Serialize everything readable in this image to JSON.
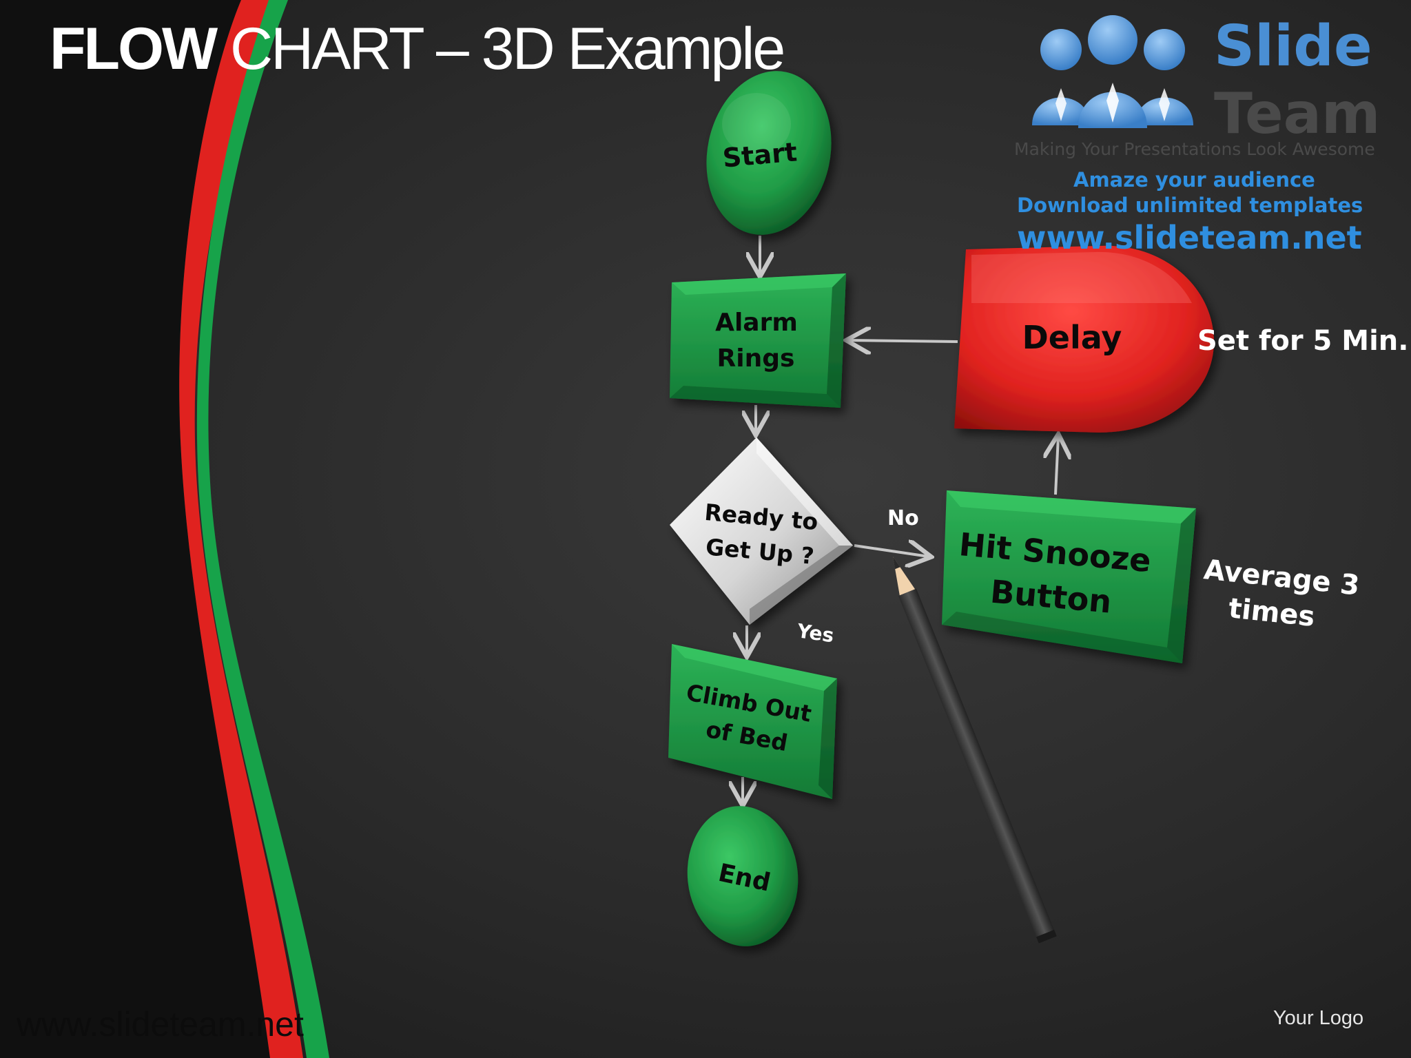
{
  "slide": {
    "title_bold": "FLOW",
    "title_rest": " CHART – 3D Example",
    "footer_url": "www.slideteam.net",
    "your_logo": "Your Logo"
  },
  "brand": {
    "name_line1": "Slide",
    "name_line2": "Team",
    "tagline": "Making Your Presentations Look Awesome",
    "promo_line1": "Amaze your audience",
    "promo_line2": "Download unlimited templates",
    "url": "www.slideteam.net"
  },
  "nodes": {
    "start": "Start",
    "alarm_line1": "Alarm",
    "alarm_line2": "Rings",
    "decision_line1": "Ready to",
    "decision_line2": "Get Up ?",
    "climb_line1": "Climb Out",
    "climb_line2": "of Bed",
    "end": "End",
    "delay": "Delay",
    "snooze_line1": "Hit Snooze",
    "snooze_line2": "Button"
  },
  "edges": {
    "no": "No",
    "yes": "Yes"
  },
  "annotations": {
    "delay_note": "Set for 5 Min.",
    "snooze_note_line1": "Average 3",
    "snooze_note_line2": "times"
  },
  "colors": {
    "green": "#1f9a45",
    "red": "#e0221f",
    "decision": "#d8d8d8",
    "brand_blue": "#2f8fe0"
  }
}
